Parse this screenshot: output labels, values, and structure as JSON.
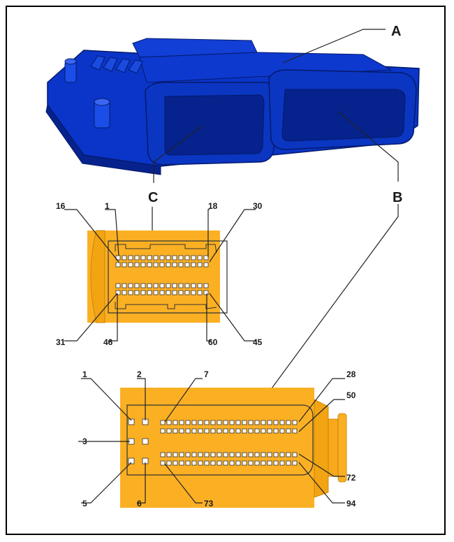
{
  "colors": {
    "ecu": "#0a35c8",
    "ecu_dark": "#061f7a",
    "connector": "#fbb024",
    "outline": "#333333"
  },
  "labels": {
    "part_a": "A",
    "part_b": "B",
    "part_c": "C"
  },
  "connector_c": {
    "pins": {
      "p16": "16",
      "p1": "1",
      "p18": "18",
      "p30": "30",
      "p31": "31",
      "p46": "46",
      "p60": "60",
      "p45": "45"
    }
  },
  "connector_b": {
    "pins": {
      "p1": "1",
      "p2": "2",
      "p7": "7",
      "p28": "28",
      "p50": "50",
      "p3": "3",
      "p5": "5",
      "p6": "6",
      "p73": "73",
      "p72": "72",
      "p94": "94"
    }
  }
}
